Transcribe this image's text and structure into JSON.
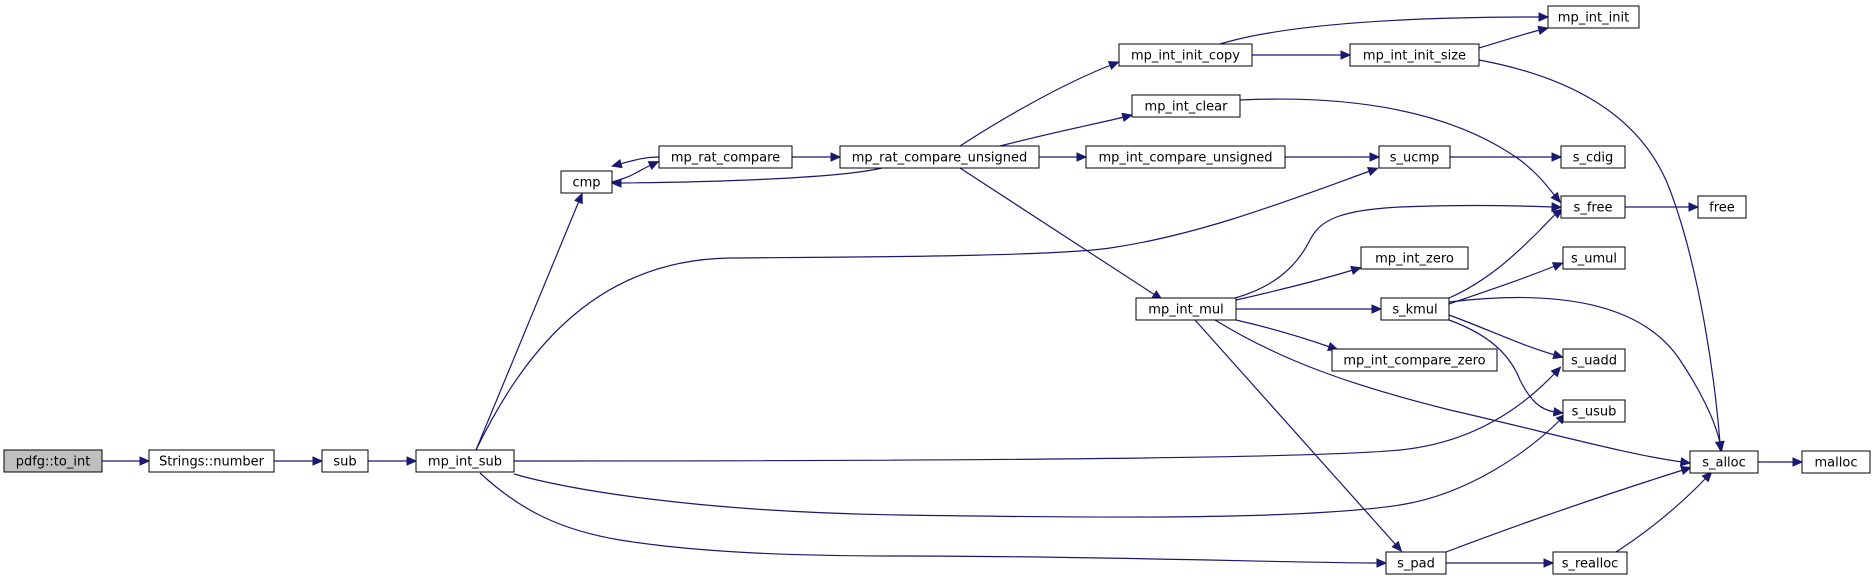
{
  "colors": {
    "edge": "#191970",
    "node_border": "#000000",
    "root_fill": "#bfbfbf",
    "node_fill": "#ffffff"
  },
  "nodes": {
    "pdfg_to_int": "pdfg::to_int",
    "strings_number": "Strings::number",
    "sub": "sub",
    "mp_int_sub": "mp_int_sub",
    "cmp": "cmp",
    "mp_rat_compare": "mp_rat_compare",
    "mp_rat_compare_unsigned": "mp_rat_compare_unsigned",
    "mp_int_init_copy": "mp_int_init_copy",
    "mp_int_init": "mp_int_init",
    "mp_int_init_size": "mp_int_init_size",
    "mp_int_clear": "mp_int_clear",
    "mp_int_compare_unsigned": "mp_int_compare_unsigned",
    "s_ucmp": "s_ucmp",
    "s_cdig": "s_cdig",
    "s_free": "s_free",
    "free": "free",
    "mp_int_zero": "mp_int_zero",
    "s_umul": "s_umul",
    "mp_int_mul": "mp_int_mul",
    "s_kmul": "s_kmul",
    "mp_int_compare_zero": "mp_int_compare_zero",
    "s_uadd": "s_uadd",
    "s_usub": "s_usub",
    "s_alloc": "s_alloc",
    "malloc": "malloc",
    "s_pad": "s_pad",
    "s_realloc": "s_realloc"
  }
}
